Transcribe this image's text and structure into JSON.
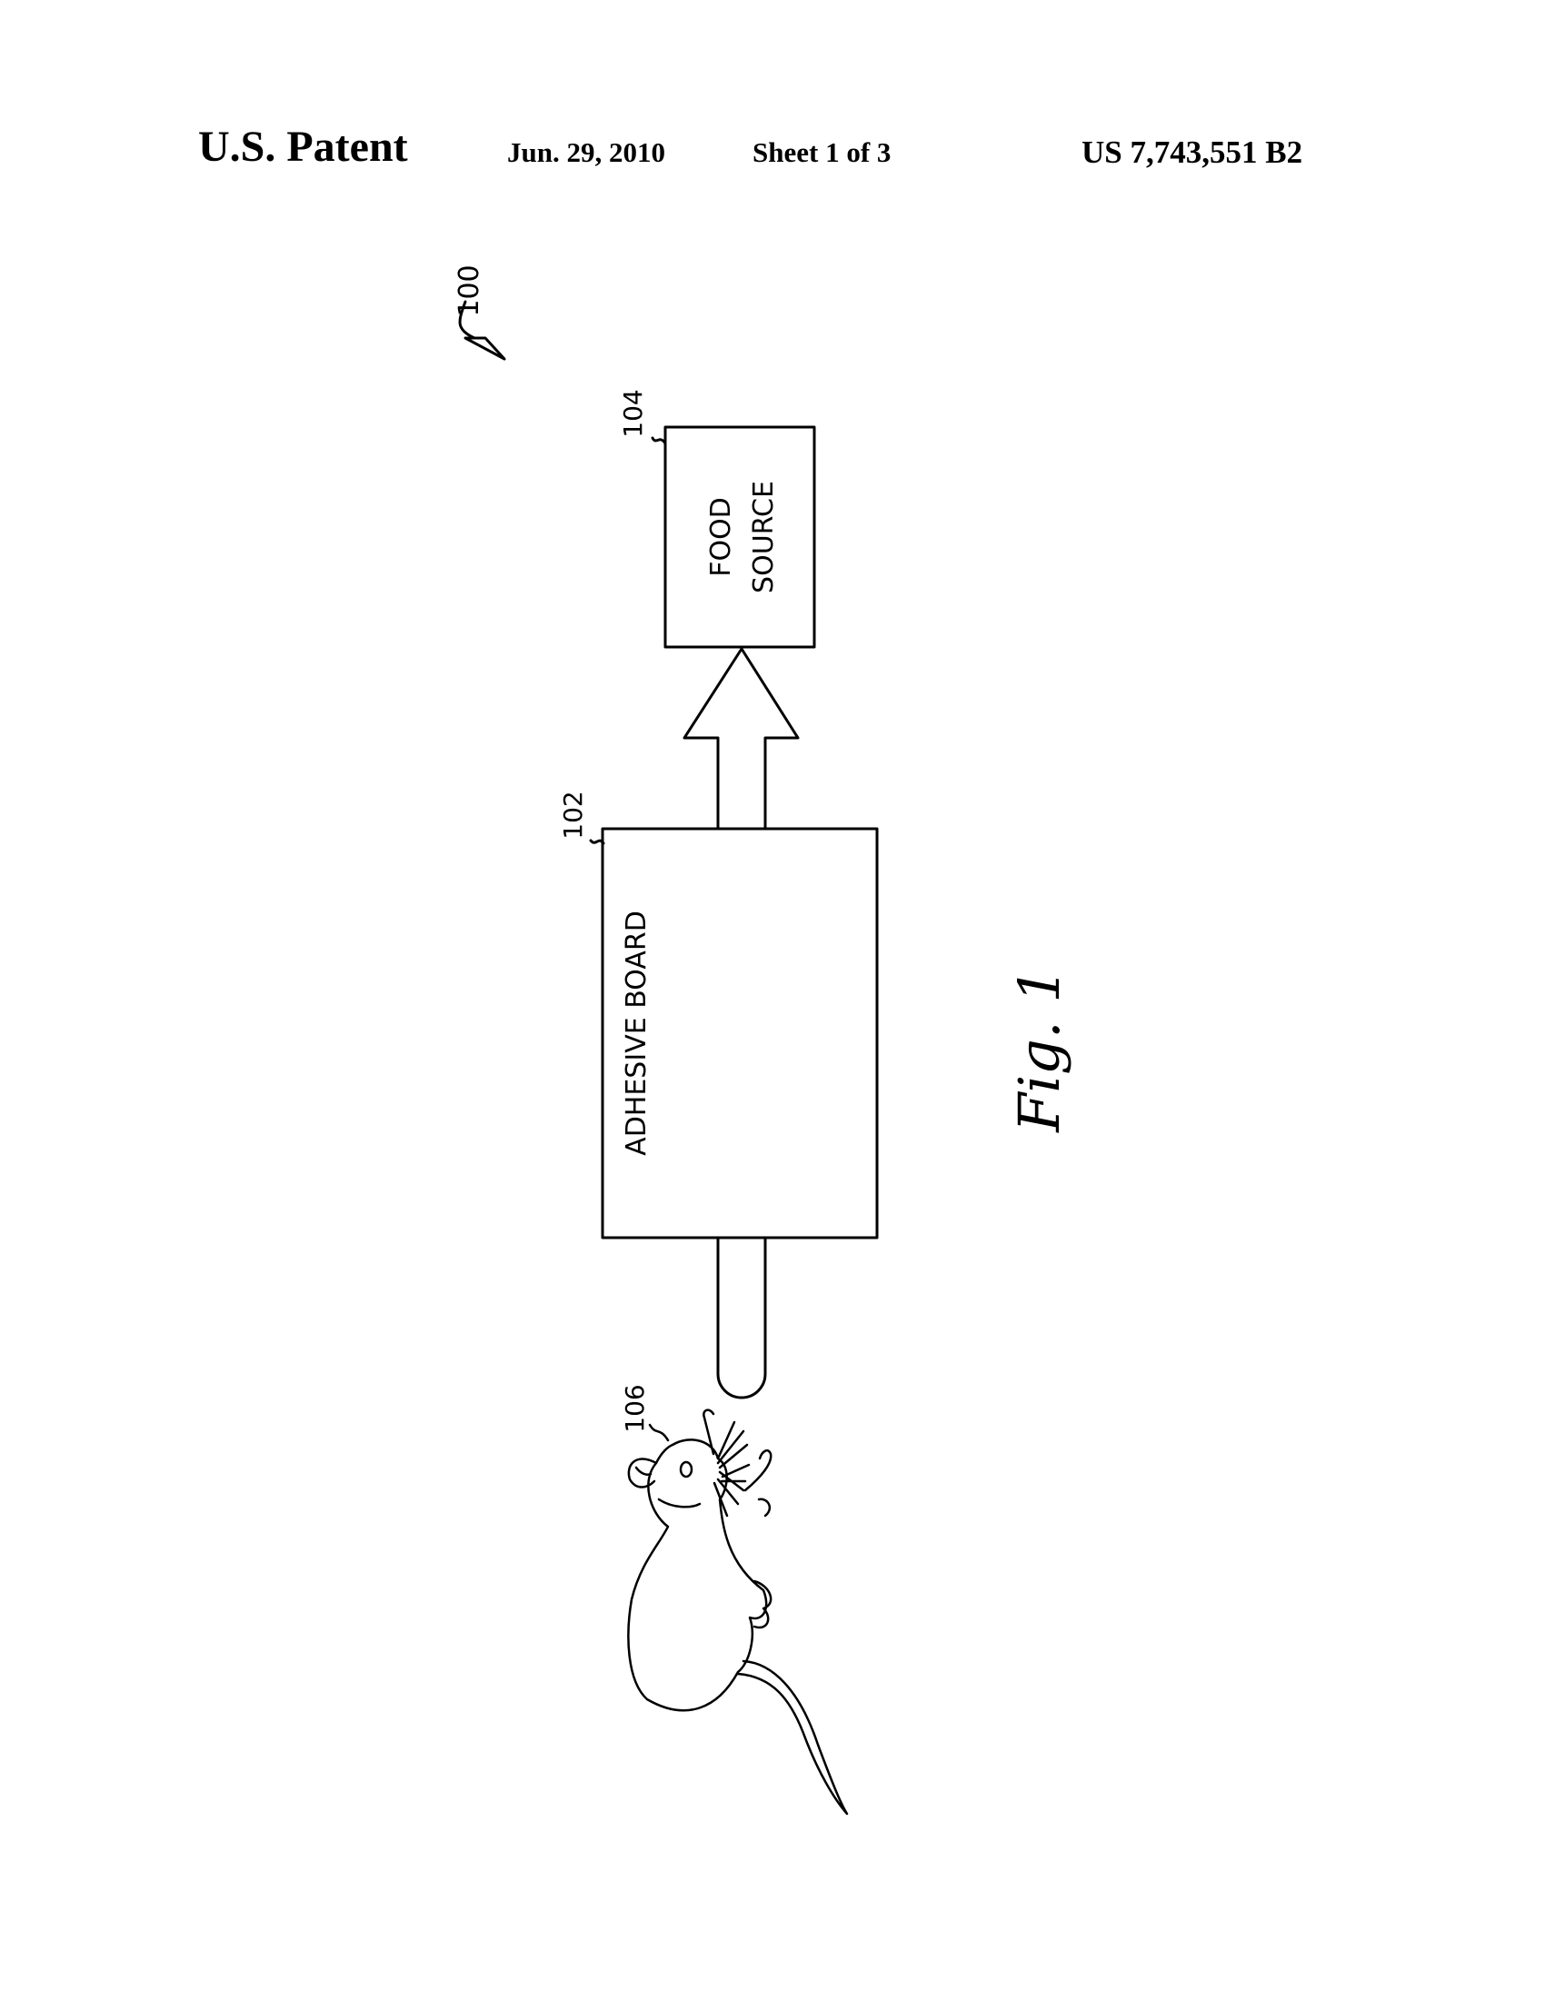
{
  "header": {
    "title": "U.S. Patent",
    "date": "Jun. 29, 2010",
    "sheet": "Sheet 1 of 3",
    "patent_number": "US 7,743,551 B2"
  },
  "figure": {
    "system_ref": "100",
    "adhesive_board": {
      "ref": "102",
      "label": "ADHESIVE BOARD"
    },
    "food_source": {
      "ref": "104",
      "label_line1": "FOOD",
      "label_line2": "SOURCE"
    },
    "rodent": {
      "ref": "106"
    },
    "caption": "Fig. 1"
  },
  "colors": {
    "ink": "#000000",
    "paper": "#ffffff"
  }
}
